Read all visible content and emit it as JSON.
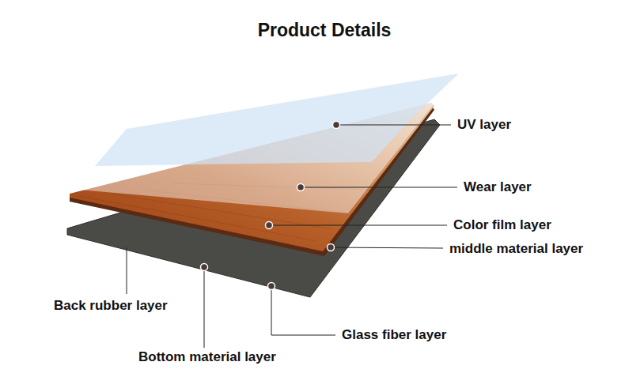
{
  "diagram": {
    "title": "Product Details",
    "labels": [
      "UV layer",
      "Wear layer",
      "Color film layer",
      "middle material layer",
      "Back rubber layer",
      "Glass fiber layer",
      "Bottom material layer"
    ]
  }
}
